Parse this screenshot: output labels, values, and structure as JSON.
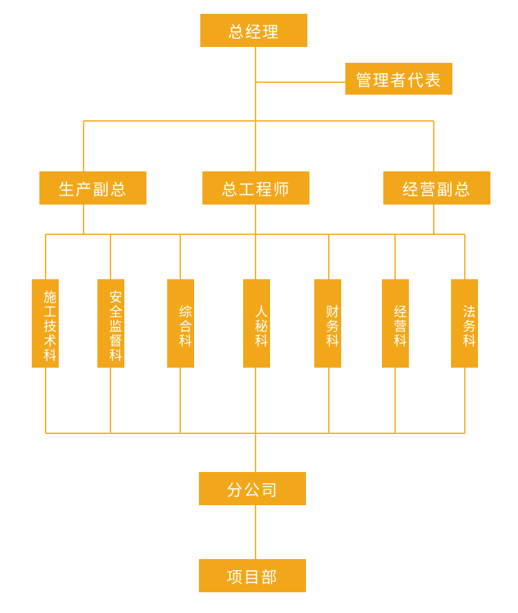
{
  "org_chart": {
    "general_manager": "总经理",
    "management_representative": "管理者代表",
    "production_vp": "生产副总",
    "chief_engineer": "总工程师",
    "business_vp": "经营副总",
    "departments": [
      "施工技术科",
      "安全监督科",
      "综合科",
      "人秘科",
      "财务科",
      "经营科",
      "法务科"
    ],
    "branch_company": "分公司",
    "project_department": "项目部"
  },
  "colors": {
    "box_fill": "#F2A71A",
    "connector_line": "#F2B22C",
    "text": "#FFFFFF"
  }
}
